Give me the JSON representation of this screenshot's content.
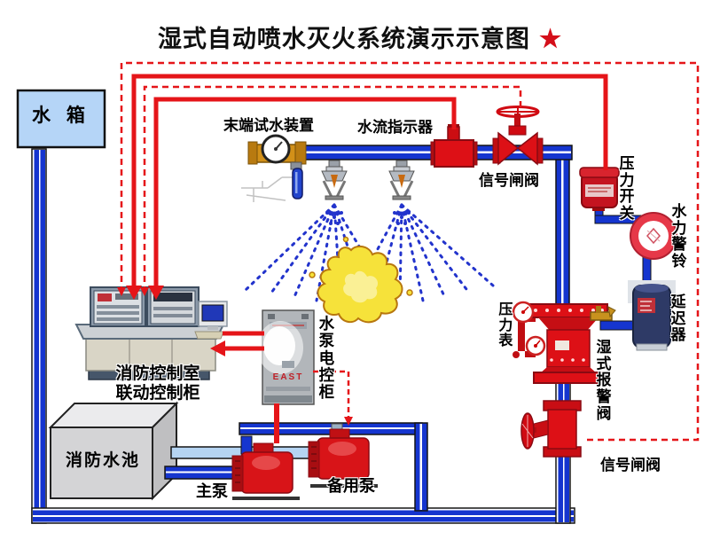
{
  "title": {
    "text": "湿式自动喷水灭火系统演示示意图",
    "star": "★"
  },
  "components": {
    "water_tank": "水 箱",
    "end_test_device": "末端试水装置",
    "water_flow_indicator": "水流指示器",
    "signal_gate_valve_top": "信号闸阀",
    "pressure_switch": "压力开关",
    "hydraulic_alarm_bell": "水力警铃",
    "delay_chamber": "延迟器",
    "pressure_gauge": "压力表",
    "wet_alarm_valve": "湿式报警阀",
    "signal_gate_valve_bottom": "信号闸阀",
    "control_room_line1": "消防控制室",
    "control_room_line2": "联动控制柜",
    "pump_cabinet": "水泵电控柜",
    "pump_cabinet_brand": "EAST",
    "fire_pool": "消防水池",
    "main_pump": "主泵",
    "backup_pump": "备用泵"
  },
  "colors": {
    "pipe_blue": "#1535cf",
    "suction_light_blue": "#b5d4f2",
    "signal_red": "#e51519",
    "device_red": "#dd1016",
    "tank_fill": "#b5d5f7",
    "flame_yellow": "#f6e23a",
    "spray_blue": "#2233cc"
  }
}
